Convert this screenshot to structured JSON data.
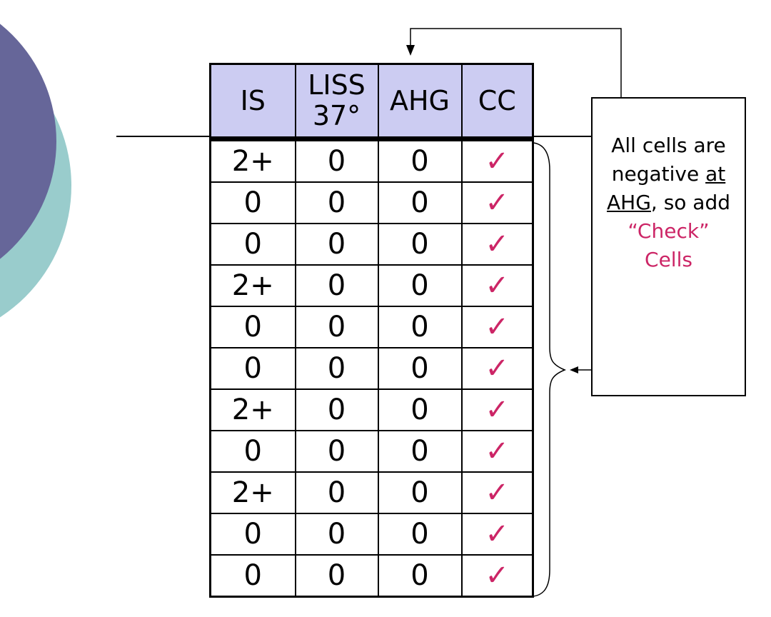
{
  "table": {
    "headers": [
      "IS",
      "LISS 37°",
      "AHG",
      "CC"
    ],
    "rows": [
      {
        "is": "2+",
        "liss": "0",
        "ahg": "0",
        "cc": "✓"
      },
      {
        "is": "0",
        "liss": "0",
        "ahg": "0",
        "cc": "✓"
      },
      {
        "is": "0",
        "liss": "0",
        "ahg": "0",
        "cc": "✓"
      },
      {
        "is": "2+",
        "liss": "0",
        "ahg": "0",
        "cc": "✓"
      },
      {
        "is": "0",
        "liss": "0",
        "ahg": "0",
        "cc": "✓"
      },
      {
        "is": "0",
        "liss": "0",
        "ahg": "0",
        "cc": "✓"
      },
      {
        "is": "2+",
        "liss": "0",
        "ahg": "0",
        "cc": "✓"
      },
      {
        "is": "0",
        "liss": "0",
        "ahg": "0",
        "cc": "✓"
      },
      {
        "is": "2+",
        "liss": "0",
        "ahg": "0",
        "cc": "✓"
      },
      {
        "is": "0",
        "liss": "0",
        "ahg": "0",
        "cc": "✓"
      },
      {
        "is": "0",
        "liss": "0",
        "ahg": "0",
        "cc": "✓"
      }
    ]
  },
  "annotation": {
    "part1": "All cells are negative ",
    "underlined": "at AHG",
    "part2": ", so add ",
    "highlight_line1": "“Check”",
    "highlight_line2": "Cells"
  },
  "colors": {
    "header_fill": "#CCCCF2",
    "check_pink": "#CC2566",
    "circle_purple": "#666699",
    "circle_teal": "#99CCCC",
    "line_black": "#000000"
  }
}
